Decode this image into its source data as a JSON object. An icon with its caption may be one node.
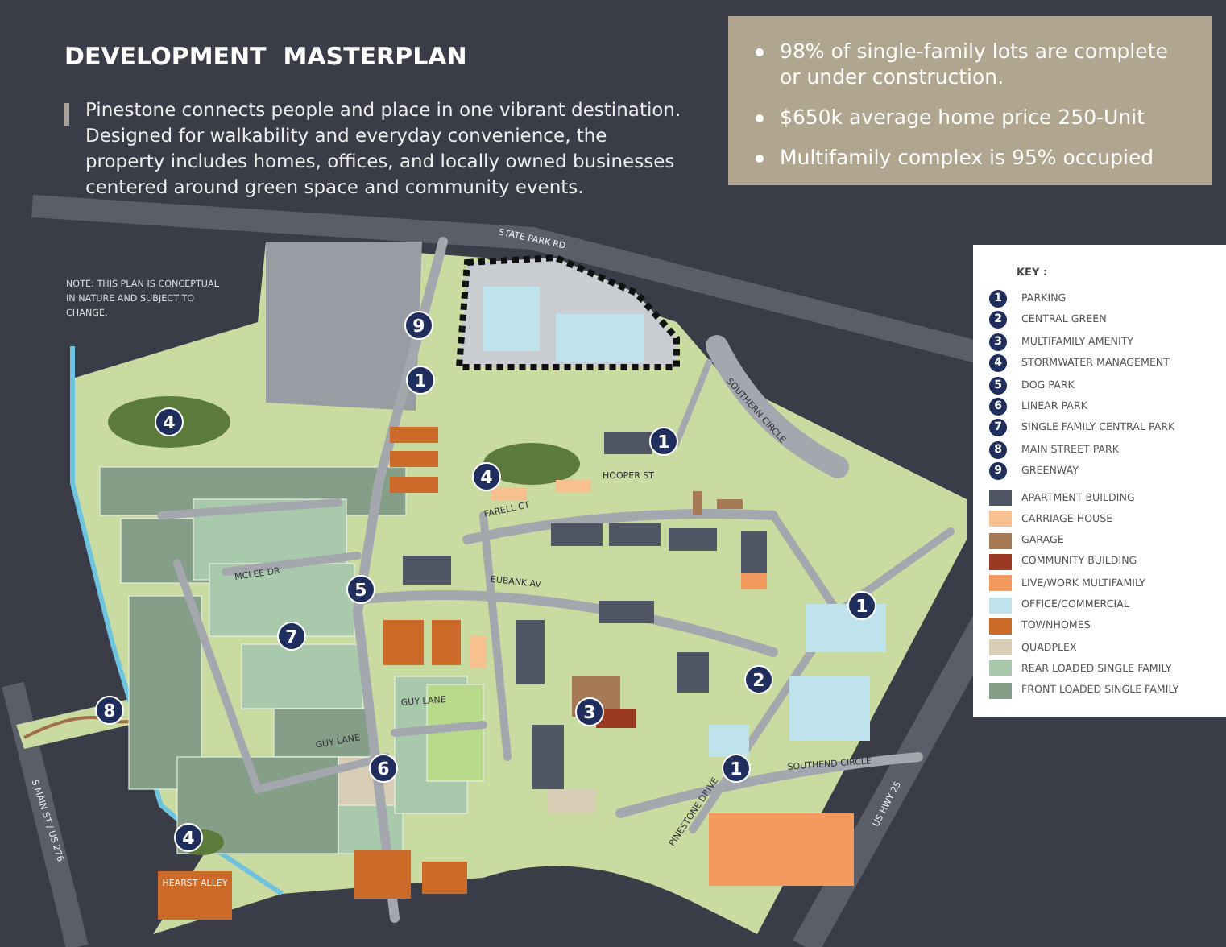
{
  "diagram": {
    "title": "DEVELOPMENT  MASTERPLAN",
    "nodes": [
      {
        "text": [
          "98% of single-family lots are complete or under construction.",
          "$650k average home price 250-Unit",
          "Multifamily complex is 95% occupied"
        ]
      },
      {
        "text": [
          "KEY :"
        ]
      },
      {
        "text": [
          "1"
        ],
        "beside": [
          "PARKING"
        ],
        "in": 1
      },
      {
        "text": [
          "2"
        ],
        "beside": [
          "CENTRAL GREEN"
        ],
        "in": 1
      },
      {
        "text": [
          "3"
        ],
        "beside": [
          "MULTIFAMILY AMENITY"
        ],
        "in": 1
      },
      {
        "text": [
          "4"
        ],
        "beside": [
          "STORMWATER MANAGEMENT"
        ],
        "in": 1
      },
      {
        "text": [
          "5"
        ],
        "beside": [
          "DOG PARK"
        ],
        "in": 1
      },
      {
        "text": [
          "6"
        ],
        "beside": [
          "LINEAR PARK"
        ],
        "in": 1
      },
      {
        "text": [
          "7"
        ],
        "beside": [
          "SINGLE FAMILY CENTRAL PARK"
        ],
        "in": 1
      },
      {
        "text": [
          "8"
        ],
        "beside": [
          "MAIN STREET PARK"
        ],
        "in": 1
      },
      {
        "text": [
          "9"
        ],
        "beside": [
          "GREENWAY"
        ],
        "in": 1
      },
      {
        "text": [
          "9"
        ]
      },
      {
        "text": [
          "1"
        ]
      },
      {
        "text": [
          "4"
        ]
      },
      {
        "text": [
          "1"
        ]
      },
      {
        "text": [
          "4"
        ]
      },
      {
        "text": [
          "5"
        ]
      },
      {
        "text": [
          "1"
        ]
      },
      {
        "text": [
          "7"
        ]
      },
      {
        "text": [
          "2"
        ]
      },
      {
        "text": [
          "8"
        ]
      },
      {
        "text": [
          "3"
        ]
      },
      {
        "text": [
          "6"
        ]
      },
      {
        "text": [
          "1"
        ]
      },
      {
        "text": [
          "4"
        ]
      }
    ],
    "labels": [
      "Pinestone connects people and place in one vibrant destination. Designed for walkability and everyday convenience, the property includes homes, offices, and locally owned businesses centered around green space and community events.",
      "NOTE: THIS PLAN IS CONCEPTUAL IN NATURE AND SUBJECT TO CHANGE.",
      "STATE PARK RD",
      "SOUTHERN CIRCLE",
      "HOOPER ST",
      "FARELL CT",
      "EUBANK AV",
      "MCLEE DR",
      "GUY LANE",
      "PINESTONE DRIVE",
      "GUY LANE",
      "SOUTHEND CIRCLE",
      "US HWY 25",
      "HEARST ALLEY",
      "S MAIN ST / US 276"
    ],
    "legend": [
      {
        "text": "APARTMENT BUILDING",
        "color": "#4f5563"
      },
      {
        "text": "CARRIAGE HOUSE",
        "color": "#f6c08f"
      },
      {
        "text": "GARAGE",
        "color": "#a77a57"
      },
      {
        "text": "COMMUNITY BUILDING",
        "color": "#9b3a22"
      },
      {
        "text": "LIVE/WORK MULTIFAMILY",
        "color": "#f39a5e"
      },
      {
        "text": "OFFICE/COMMERCIAL",
        "color": "#bfe3ec"
      },
      {
        "text": "TOWNHOMES",
        "color": "#cc6a2a"
      },
      {
        "text": "QUADPLEX",
        "color": "#d8cdb5"
      },
      {
        "text": "REAR LOADED SINGLE FAMILY",
        "color": "#a9c9ac"
      },
      {
        "text": "FRONT LOADED SINGLE FAMILY",
        "color": "#859e87"
      }
    ]
  }
}
